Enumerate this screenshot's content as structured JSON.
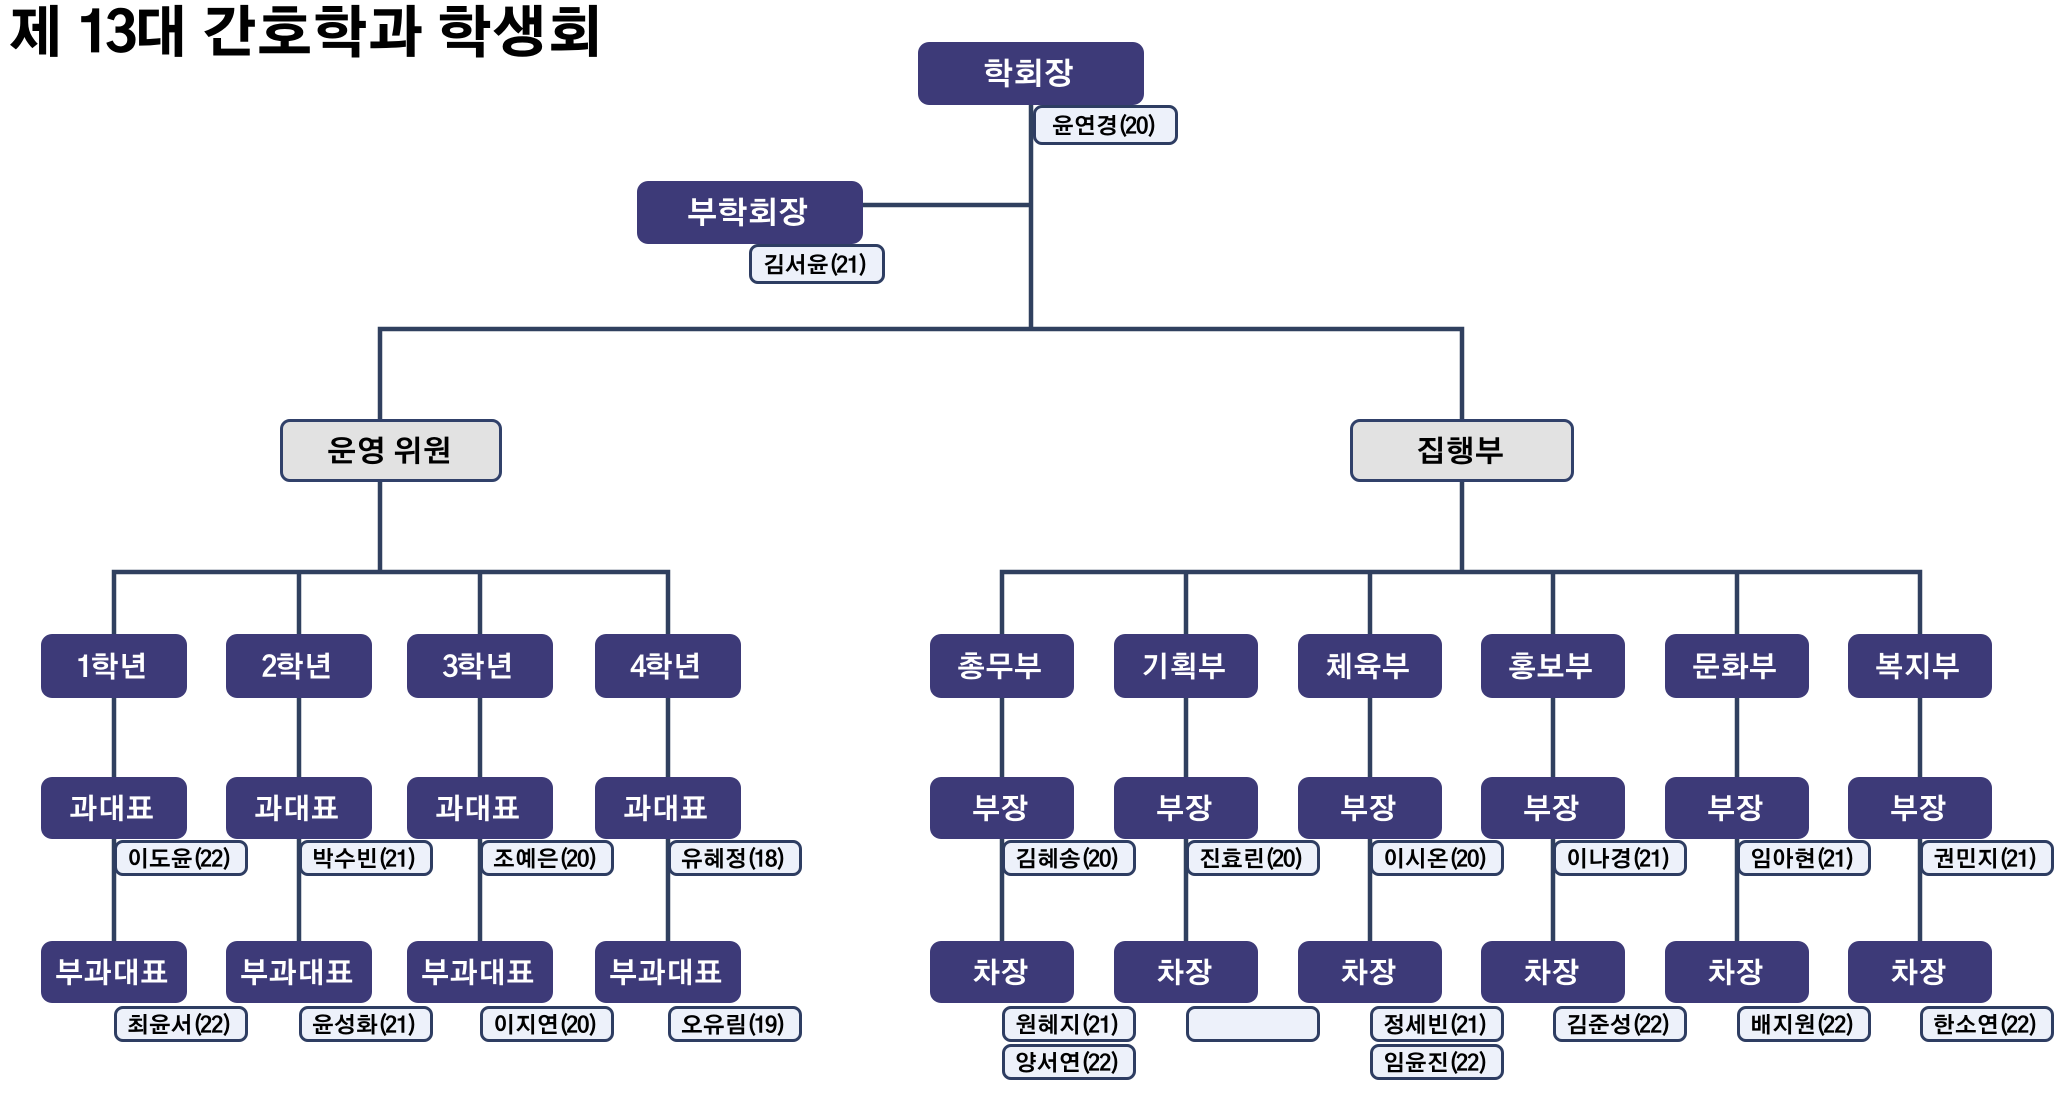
{
  "title": "제 13대 간호학과 학생회",
  "palette": {
    "node_fill": "#3d3a78",
    "node_text": "#ffffff",
    "group_fill": "#e2e2e2",
    "tag_fill": "#edf1fa",
    "line": "#30405f",
    "background": "#ffffff",
    "title_text": "#000000"
  },
  "org": {
    "president": {
      "role": "학회장",
      "name": "윤연경(20)"
    },
    "vice": {
      "role": "부학회장",
      "name": "김서윤(21)"
    },
    "groups": [
      {
        "label": "운영 위원",
        "columns": [
          {
            "unit": "1학년",
            "positions": [
              {
                "role": "과대표",
                "names": [
                  "이도윤(22)"
                ]
              },
              {
                "role": "부과대표",
                "names": [
                  "최윤서(22)"
                ]
              }
            ]
          },
          {
            "unit": "2학년",
            "positions": [
              {
                "role": "과대표",
                "names": [
                  "박수빈(21)"
                ]
              },
              {
                "role": "부과대표",
                "names": [
                  "윤성화(21)"
                ]
              }
            ]
          },
          {
            "unit": "3학년",
            "positions": [
              {
                "role": "과대표",
                "names": [
                  "조예은(20)"
                ]
              },
              {
                "role": "부과대표",
                "names": [
                  "이지연(20)"
                ]
              }
            ]
          },
          {
            "unit": "4학년",
            "positions": [
              {
                "role": "과대표",
                "names": [
                  "유혜정(18)"
                ]
              },
              {
                "role": "부과대표",
                "names": [
                  "오유림(19)"
                ]
              }
            ]
          }
        ]
      },
      {
        "label": "집행부",
        "columns": [
          {
            "unit": "총무부",
            "positions": [
              {
                "role": "부장",
                "names": [
                  "김혜송(20)"
                ]
              },
              {
                "role": "차장",
                "names": [
                  "원혜지(21)",
                  "양서연(22)"
                ]
              }
            ]
          },
          {
            "unit": "기획부",
            "positions": [
              {
                "role": "부장",
                "names": [
                  "진효린(20)"
                ]
              },
              {
                "role": "차장",
                "names": [
                  ""
                ]
              }
            ]
          },
          {
            "unit": "체육부",
            "positions": [
              {
                "role": "부장",
                "names": [
                  "이시온(20)"
                ]
              },
              {
                "role": "차장",
                "names": [
                  "정세빈(21)",
                  "임윤진(22)"
                ]
              }
            ]
          },
          {
            "unit": "홍보부",
            "positions": [
              {
                "role": "부장",
                "names": [
                  "이나경(21)"
                ]
              },
              {
                "role": "차장",
                "names": [
                  "김준성(22)"
                ]
              }
            ]
          },
          {
            "unit": "문화부",
            "positions": [
              {
                "role": "부장",
                "names": [
                  "임아현(21)"
                ]
              },
              {
                "role": "차장",
                "names": [
                  "배지원(22)"
                ]
              }
            ]
          },
          {
            "unit": "복지부",
            "positions": [
              {
                "role": "부장",
                "names": [
                  "권민지(21)"
                ]
              },
              {
                "role": "차장",
                "names": [
                  "한소연(22)"
                ]
              }
            ]
          }
        ]
      }
    ]
  }
}
